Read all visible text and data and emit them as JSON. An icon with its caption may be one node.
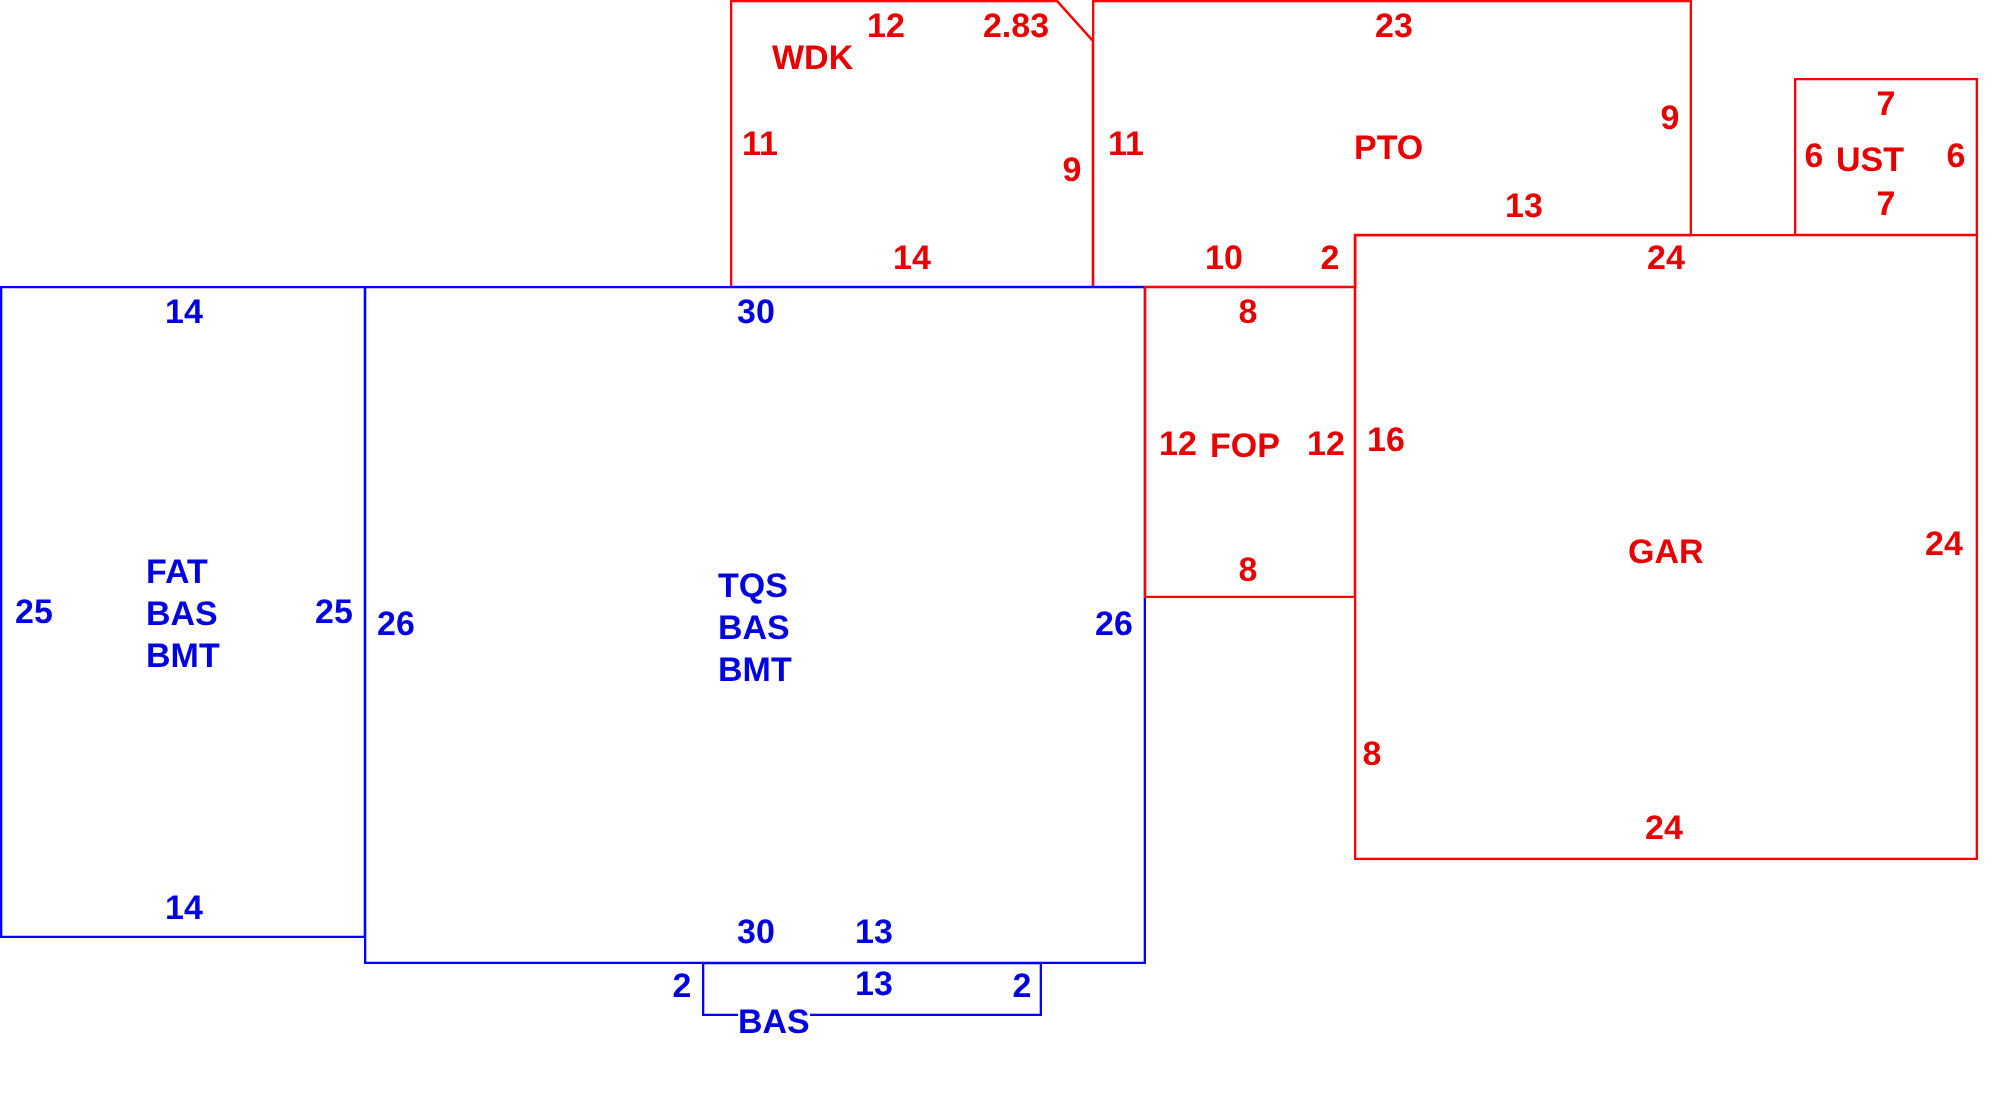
{
  "diagram": {
    "nodes": [
      {
        "text": [
          "WDK",
          "12",
          "2.83",
          "11",
          "9",
          "14"
        ]
      },
      {
        "text": [
          "PTO",
          "23",
          "11",
          "9",
          "13",
          "10",
          "2"
        ]
      },
      {
        "text": [
          "UST",
          "7",
          "6",
          "6",
          "7"
        ]
      },
      {
        "text": [
          "FAT BAS BMT",
          "14",
          "25",
          "25",
          "14"
        ]
      },
      {
        "text": [
          "TQS BAS BMT",
          "30",
          "26",
          "26",
          "30",
          "13"
        ]
      },
      {
        "text": [
          "FOP",
          "8",
          "12",
          "12",
          "8"
        ]
      },
      {
        "text": [
          "GAR",
          "24",
          "16",
          "24",
          "8",
          "24"
        ]
      },
      {
        "text": [
          "BAS",
          "2",
          "13",
          "2"
        ]
      }
    ]
  }
}
